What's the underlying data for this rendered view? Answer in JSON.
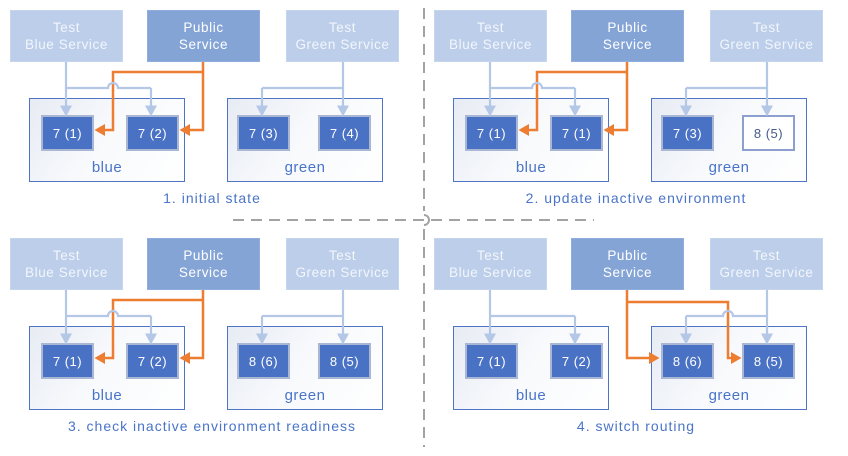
{
  "panels": [
    {
      "caption": "1. initial state",
      "public_routes_to": "blue",
      "services": {
        "test_blue": {
          "line1": "Test",
          "line2": "Blue Service"
        },
        "public": {
          "line1": "Public",
          "line2": "Service"
        },
        "test_green": {
          "line1": "Test",
          "line2": "Green Service"
        }
      },
      "blue_env": {
        "label": "blue",
        "pods": [
          {
            "label": "7 (1)",
            "pending": false
          },
          {
            "label": "7 (2)",
            "pending": false
          }
        ]
      },
      "green_env": {
        "label": "green",
        "pods": [
          {
            "label": "7 (3)",
            "pending": false
          },
          {
            "label": "7 (4)",
            "pending": false
          }
        ]
      }
    },
    {
      "caption": "2. update inactive environment",
      "public_routes_to": "blue",
      "services": {
        "test_blue": {
          "line1": "Test",
          "line2": "Blue Service"
        },
        "public": {
          "line1": "Public",
          "line2": "Service"
        },
        "test_green": {
          "line1": "Test",
          "line2": "Green Service"
        }
      },
      "blue_env": {
        "label": "blue",
        "pods": [
          {
            "label": "7 (1)",
            "pending": false
          },
          {
            "label": "7 (1)",
            "pending": false
          }
        ]
      },
      "green_env": {
        "label": "green",
        "pods": [
          {
            "label": "7 (3)",
            "pending": false
          },
          {
            "label": "8 (5)",
            "pending": true
          }
        ]
      }
    },
    {
      "caption": "3. check inactive environment readiness",
      "public_routes_to": "blue",
      "services": {
        "test_blue": {
          "line1": "Test",
          "line2": "Blue Service"
        },
        "public": {
          "line1": "Public",
          "line2": "Service"
        },
        "test_green": {
          "line1": "Test",
          "line2": "Green Service"
        }
      },
      "blue_env": {
        "label": "blue",
        "pods": [
          {
            "label": "7 (1)",
            "pending": false
          },
          {
            "label": "7 (2)",
            "pending": false
          }
        ]
      },
      "green_env": {
        "label": "green",
        "pods": [
          {
            "label": "8 (6)",
            "pending": false
          },
          {
            "label": "8 (5)",
            "pending": false
          }
        ]
      }
    },
    {
      "caption": "4. switch routing",
      "public_routes_to": "green",
      "services": {
        "test_blue": {
          "line1": "Test",
          "line2": "Blue Service"
        },
        "public": {
          "line1": "Public",
          "line2": "Service"
        },
        "test_green": {
          "line1": "Test",
          "line2": "Green Service"
        }
      },
      "blue_env": {
        "label": "blue",
        "pods": [
          {
            "label": "7 (1)",
            "pending": false
          },
          {
            "label": "7 (2)",
            "pending": false
          }
        ]
      },
      "green_env": {
        "label": "green",
        "pods": [
          {
            "label": "8 (6)",
            "pending": false
          },
          {
            "label": "8 (5)",
            "pending": false
          }
        ]
      }
    }
  ],
  "colors": {
    "pod_active_fill": "#4a72c4",
    "pod_pending_fill": "#ffffff",
    "pod_pending_text": "#44598f",
    "service_test_fill": "#bccee9",
    "service_public_fill": "#84a4d6",
    "test_arrow": "#b4c7e7",
    "public_arrow": "#ed7d31",
    "env_border": "#4f74c4",
    "label_text": "#4a74c8",
    "divider": "#a3a3a3"
  }
}
